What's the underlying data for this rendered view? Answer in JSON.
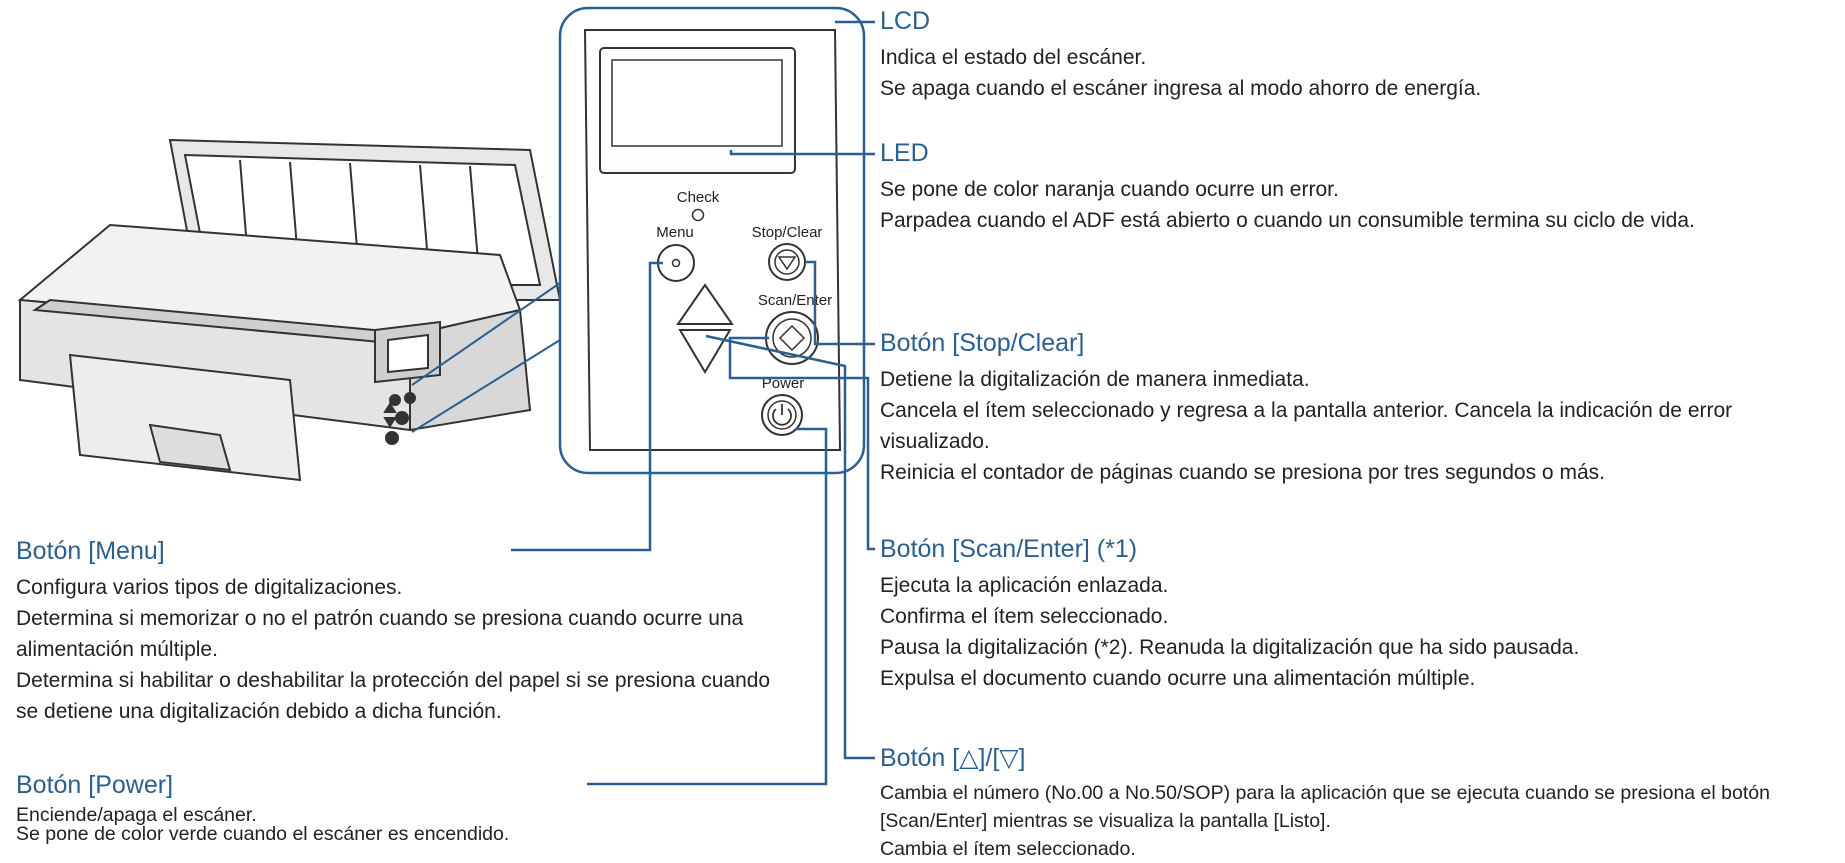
{
  "panel_labels": {
    "check": "Check",
    "menu": "Menu",
    "stop_clear": "Stop/Clear",
    "scan_enter": "Scan/Enter",
    "power": "Power"
  },
  "callouts": {
    "lcd": {
      "title": "LCD",
      "lines": [
        "Indica el estado del escáner.",
        "Se apaga cuando el escáner ingresa al modo ahorro de energía."
      ]
    },
    "led": {
      "title": "LED",
      "lines": [
        "Se pone de color naranja cuando ocurre un error.",
        "Parpadea cuando el ADF está abierto o cuando un consumible termina su ciclo de vida."
      ]
    },
    "stop_clear": {
      "title": "Botón [Stop/Clear]",
      "lines": [
        "Detiene la digitalización de manera inmediata.",
        "Cancela el ítem seleccionado y regresa a la pantalla anterior. Cancela la indicación de error visualizado.",
        "Reinicia el contador de páginas cuando se presiona por tres segundos o más."
      ]
    },
    "scan_enter": {
      "title": "Botón [Scan/Enter] (*1)",
      "lines": [
        "Ejecuta la aplicación enlazada.",
        "Confirma el ítem seleccionado.",
        "Pausa la digitalización (*2). Reanuda la digitalización que ha sido pausada.",
        "Expulsa el documento cuando ocurre una alimentación múltiple."
      ]
    },
    "up_down": {
      "title": "Botón [△]/[▽]",
      "lines": [
        "Cambia el número (No.00 a No.50/SOP) para la aplicación que se ejecuta cuando se presiona el botón [Scan/Enter] mientras se visualiza la pantalla [Listo].",
        "Cambia el ítem seleccionado."
      ]
    },
    "menu": {
      "title": "Botón [Menu]",
      "lines": [
        "Configura varios tipos de digitalizaciones.",
        "Determina si memorizar o no el patrón cuando se presiona cuando ocurre una alimentación múltiple.",
        "Determina si habilitar o deshabilitar la protección del papel si se presiona cuando se detiene una digitalización debido a dicha función."
      ]
    },
    "power": {
      "title": "Botón [Power]",
      "lines": [
        "Enciende/apaga el escáner.",
        "Se pone de color verde cuando el escáner es encendido."
      ]
    }
  }
}
